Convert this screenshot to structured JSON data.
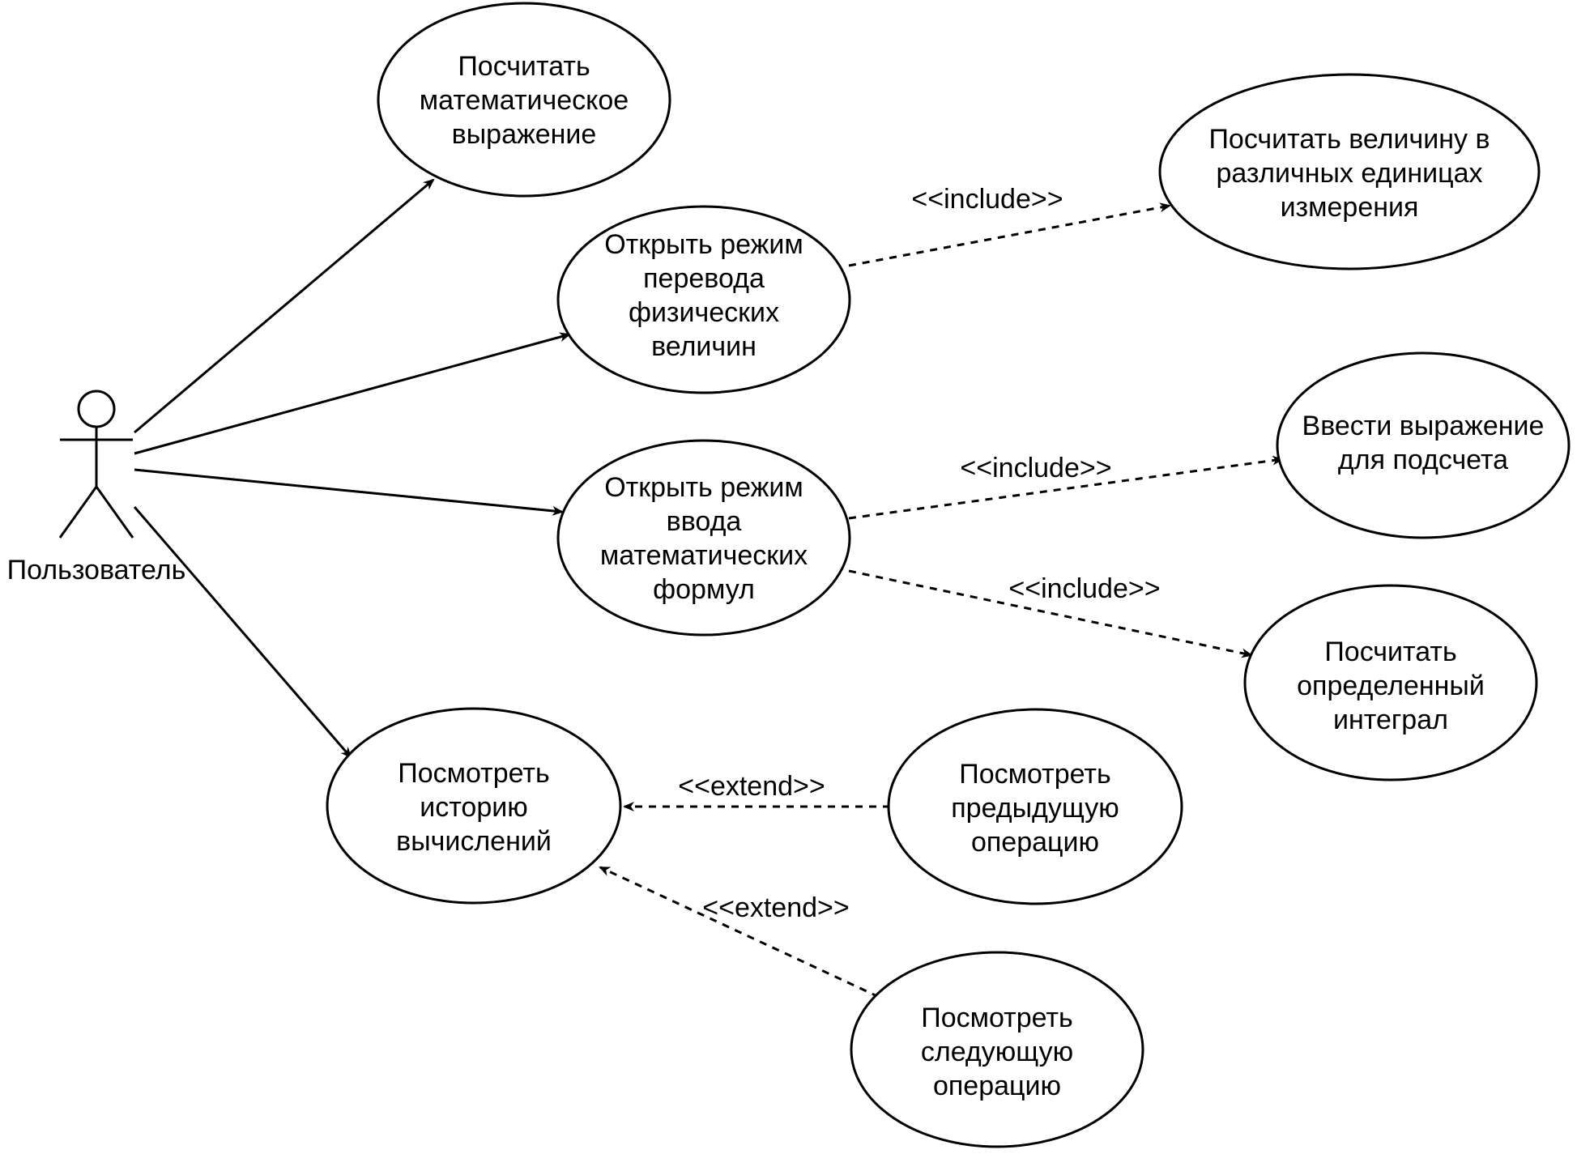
{
  "actor": {
    "label": "Пользователь"
  },
  "use_cases": {
    "calc_expression": [
      "Посчитать",
      "математическое",
      "выражение"
    ],
    "open_conversion": [
      "Открыть режим",
      "перевода",
      "физических",
      "величин"
    ],
    "calc_units": [
      "Посчитать величину в",
      "различных единицах",
      "измерения"
    ],
    "enter_expression": [
      "Ввести выражение",
      "для подсчета"
    ],
    "open_formula": [
      "Открыть режим",
      "ввода",
      "математических",
      "формул"
    ],
    "calc_integral": [
      "Посчитать",
      "определенный",
      "интеграл"
    ],
    "view_history": [
      "Посмотреть",
      "историю",
      "вычислений"
    ],
    "prev_operation": [
      "Посмотреть",
      "предыдущую",
      "операцию"
    ],
    "next_operation": [
      "Посмотреть",
      "следующую",
      "операцию"
    ]
  },
  "edge_labels": {
    "include_units": "<<include>>",
    "include_enter": "<<include>>",
    "include_integral": "<<include>>",
    "extend_prev": "<<extend>>",
    "extend_next": "<<extend>>"
  }
}
